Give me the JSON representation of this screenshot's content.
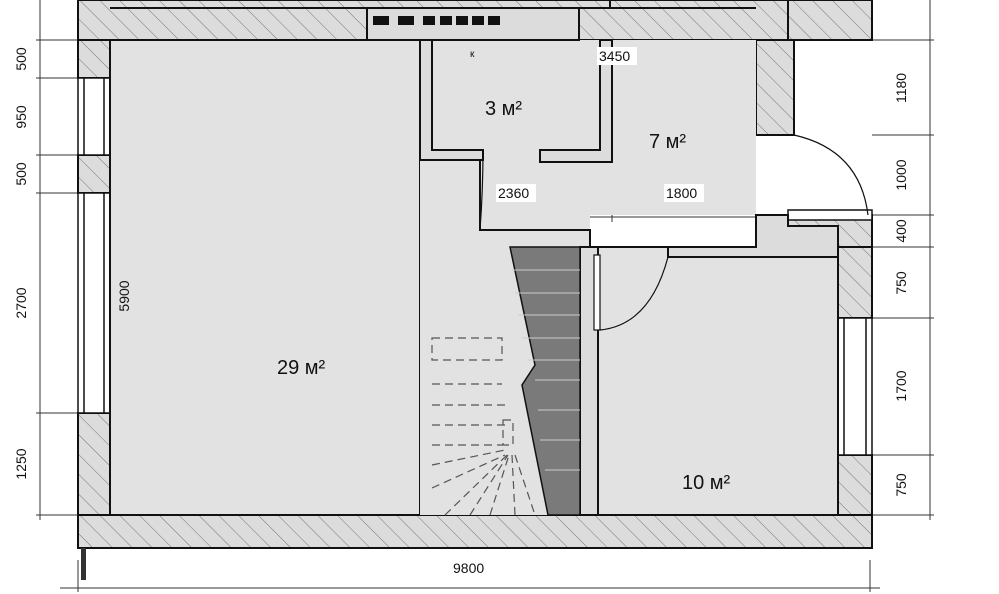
{
  "plan": {
    "rooms": [
      {
        "id": "living",
        "area": "29 м²"
      },
      {
        "id": "small",
        "area": "3 м²"
      },
      {
        "id": "hall",
        "area": "7 м²"
      },
      {
        "id": "bedroom",
        "area": "10 м²"
      }
    ],
    "dimensions": {
      "left": [
        "500",
        "950",
        "500",
        "2700",
        "1250"
      ],
      "right": [
        "1180",
        "1000",
        "400",
        "750",
        "1700",
        "750"
      ],
      "inner_height": "5900",
      "top_width": "3450",
      "hall_width": "2360",
      "corridor": "1800",
      "total_width": "9800"
    },
    "marker": "к"
  },
  "colors": {
    "floor": "#e2e2e2",
    "wall": "#dcdcdc",
    "wall_hatch": "#777777",
    "stair_fill": "#7a7a7a",
    "outline": "#111111"
  }
}
